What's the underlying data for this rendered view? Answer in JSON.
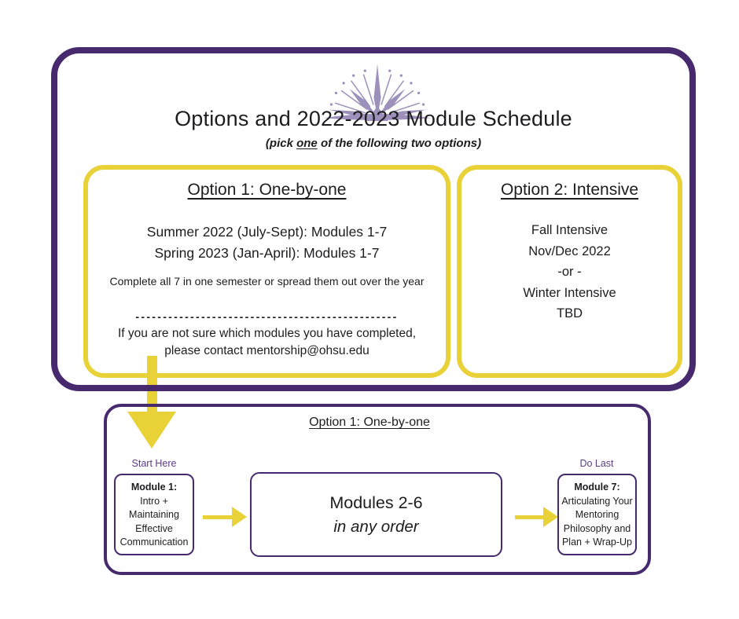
{
  "header": {
    "title": "Options and 2022-2023 Module Schedule",
    "subtitle_prefix": "(pick ",
    "subtitle_underline": "one",
    "subtitle_suffix": " of the following two options)"
  },
  "option1": {
    "heading": "Option 1: One-by-one",
    "schedule_line1": "Summer 2022 (July-Sept): Modules 1-7",
    "schedule_line2": "Spring 2023 (Jan-April): Modules 1-7",
    "note": "Complete all 7 in one semester or spread them out over the year",
    "divider": "------------------------------------------------",
    "contact_line1": "If you are not sure which modules you have completed,",
    "contact_line2": "please contact mentorship@ohsu.edu"
  },
  "option2": {
    "heading": "Option 2: Intensive",
    "lines": [
      "Fall Intensive",
      "Nov/Dec 2022",
      "-or -",
      "Winter Intensive",
      "TBD"
    ]
  },
  "flow": {
    "heading": "Option 1: One-by-one",
    "start_label": "Start Here",
    "end_label": "Do Last",
    "module1": {
      "title": "Module 1:",
      "lines": [
        "Intro +",
        "Maintaining",
        "Effective",
        "Communication"
      ]
    },
    "middle": {
      "line1": "Modules 2-6",
      "line2": "in any order"
    },
    "module7": {
      "title": "Module 7:",
      "lines": [
        "Articulating Your",
        "Mentoring",
        "Philosophy and",
        "Plan + Wrap-Up"
      ]
    }
  },
  "icons": {
    "logo": "compass-starburst-icon"
  },
  "colors": {
    "purple_border": "#472a6e",
    "purple_label": "#5b3b87",
    "yellow_accent": "#e9d138",
    "logo_lavender": "#9d90ba",
    "text": "#1d1d1f"
  }
}
